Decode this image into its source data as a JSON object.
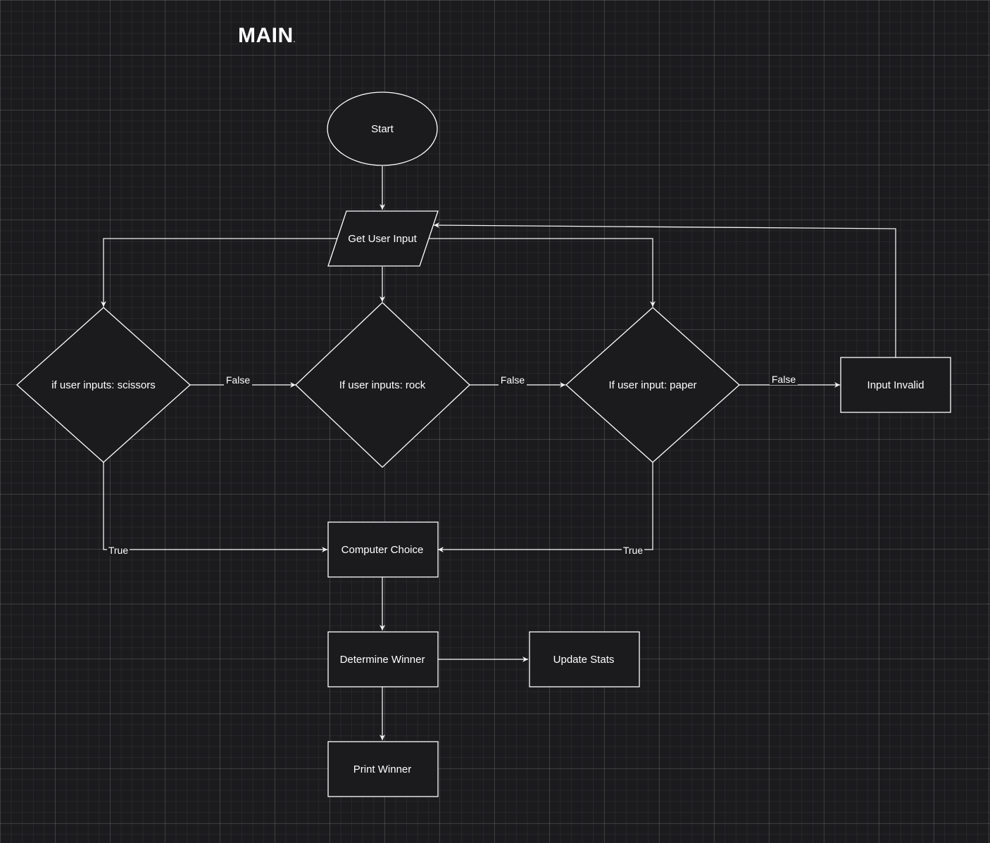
{
  "title": "MAIN",
  "title_suffix": ".",
  "nodes": {
    "start": "Start",
    "get_user_input": "Get User Input",
    "if_scissors": "if user inputs: scissors",
    "if_rock": "If user inputs: rock",
    "if_paper": "If user input: paper",
    "input_invalid": "Input Invalid",
    "computer_choice": "Computer Choice",
    "determine_winner": "Determine Winner",
    "update_stats": "Update Stats",
    "print_winner": "Print Winner"
  },
  "edge_labels": {
    "scissors_false": "False",
    "rock_false": "False",
    "paper_false": "False",
    "scissors_true": "True",
    "paper_true": "True"
  },
  "colors": {
    "background": "#1b1a1d",
    "stroke": "#ffffff",
    "text": "#ffffff"
  }
}
